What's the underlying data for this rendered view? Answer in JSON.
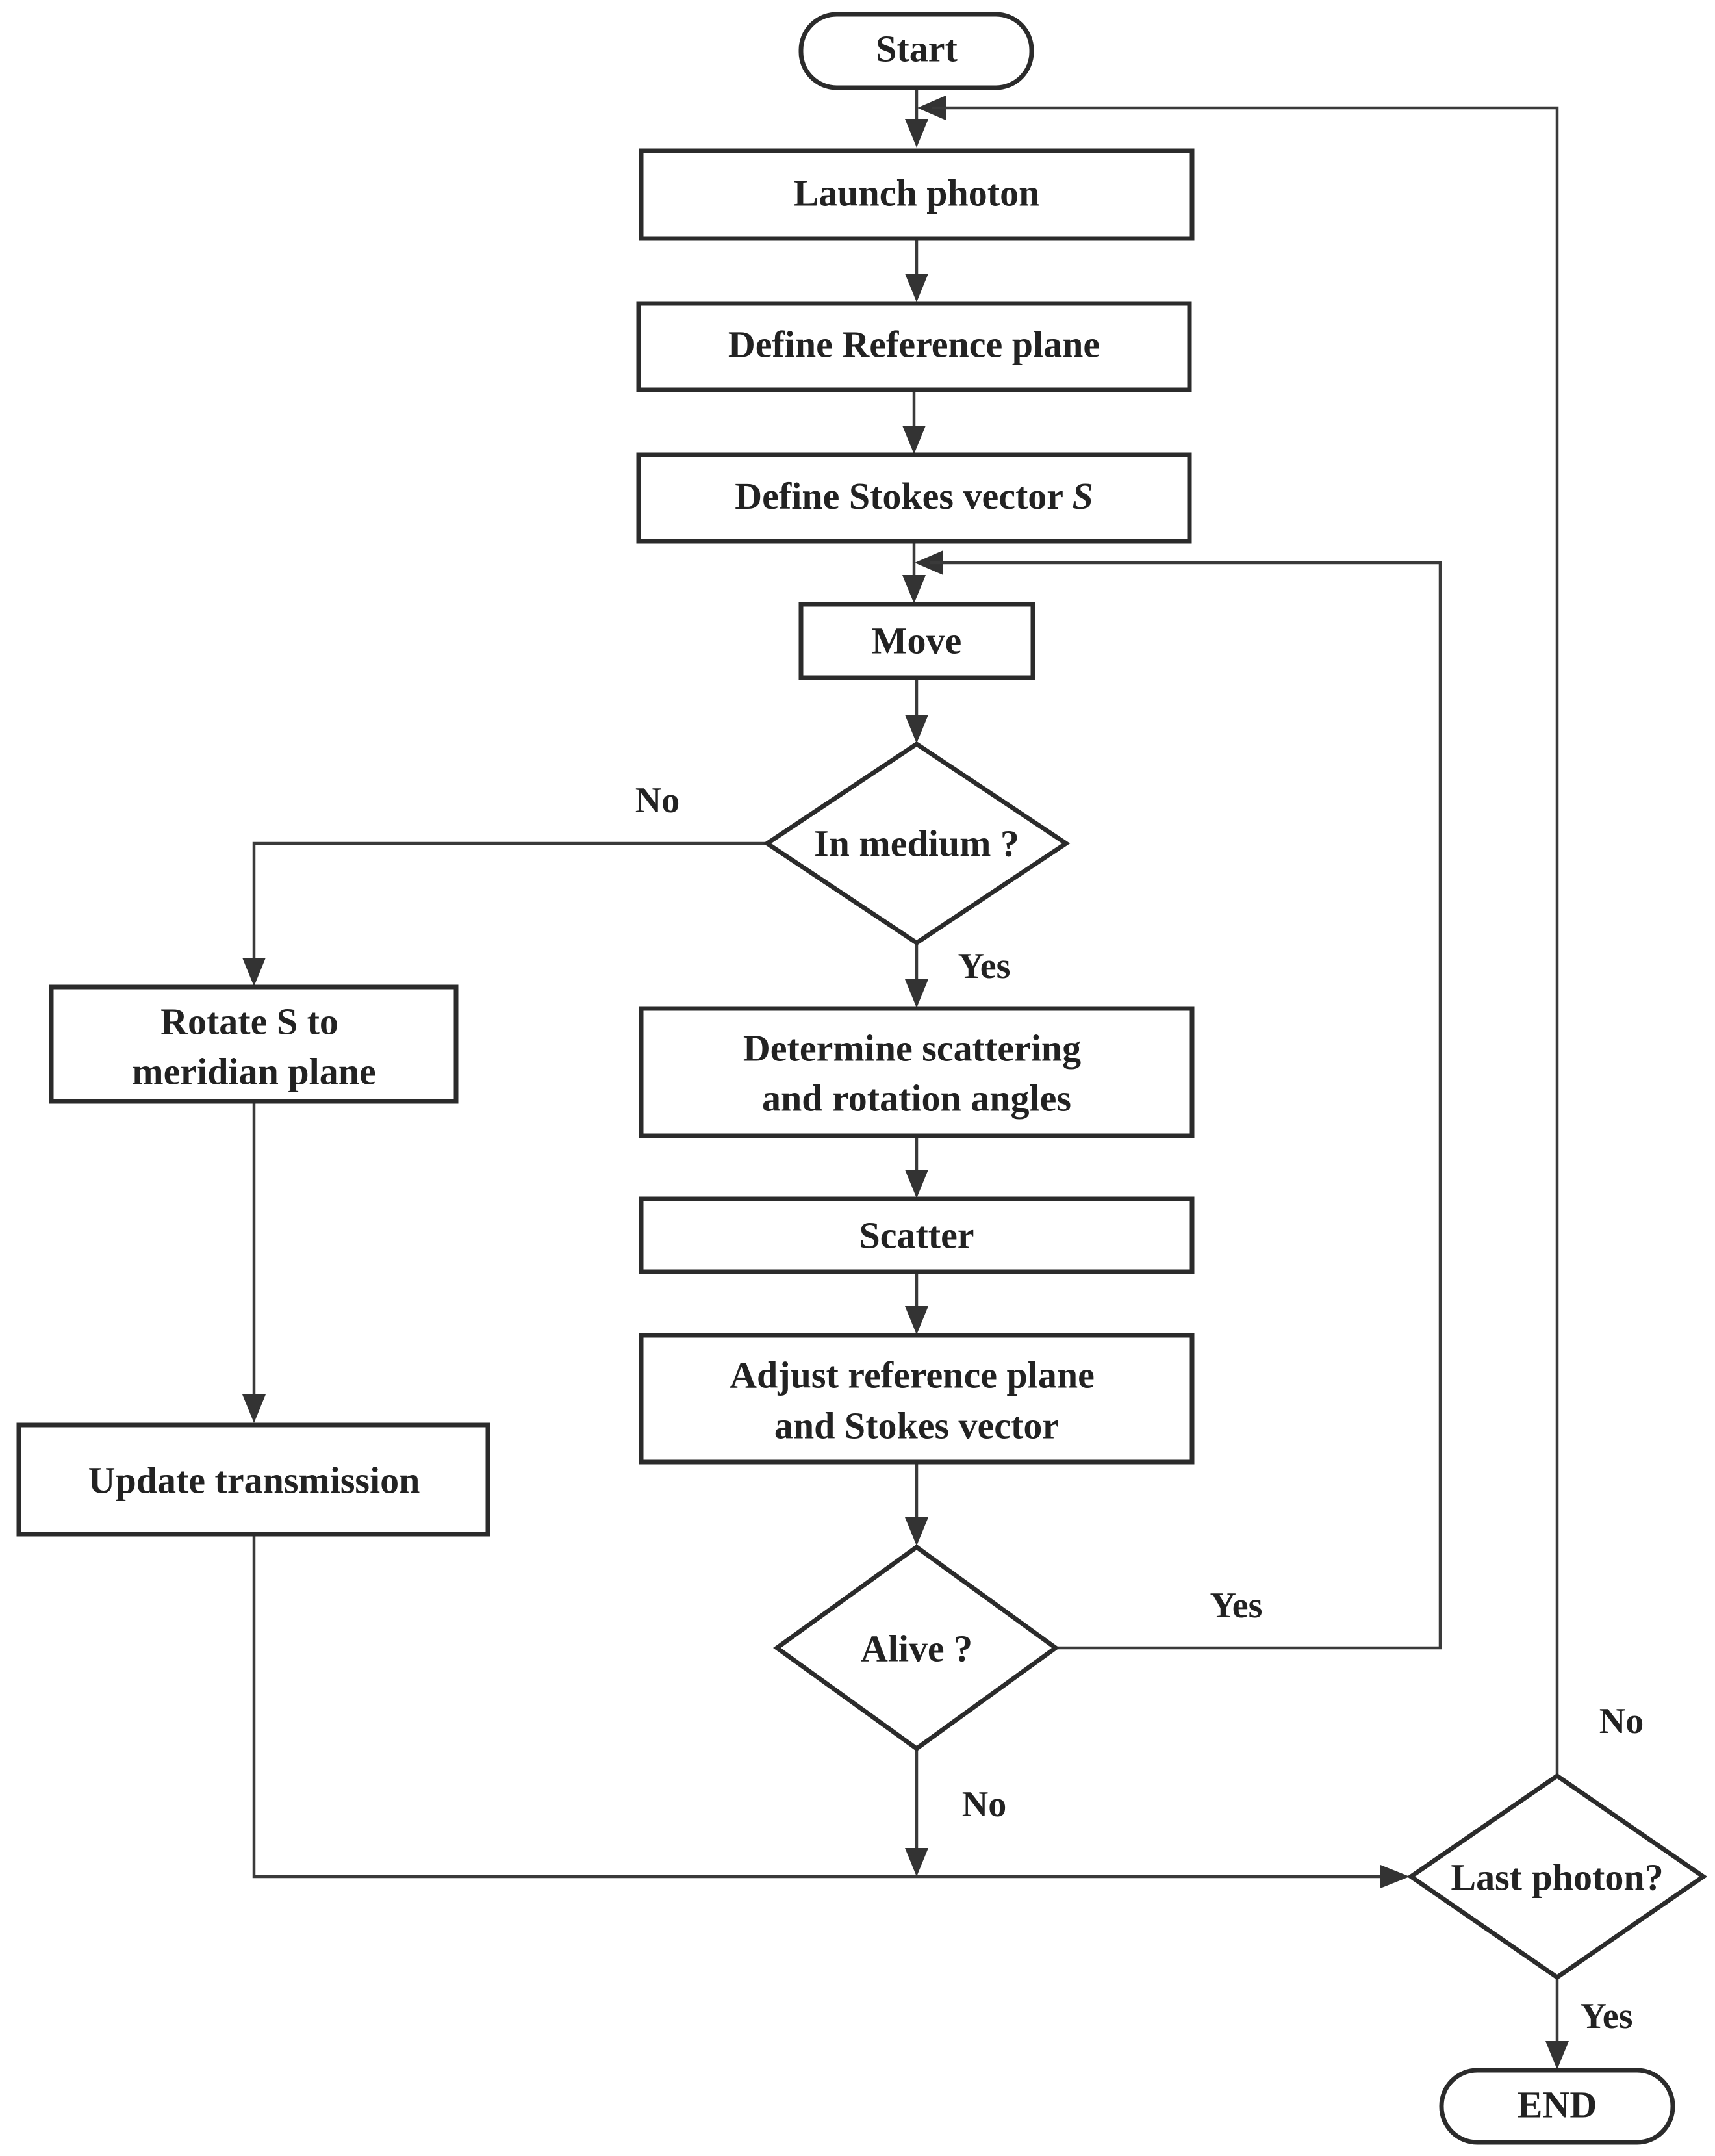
{
  "nodes": {
    "start": "Start",
    "launch": "Launch photon",
    "define_ref": "Define Reference plane",
    "define_stokes": "Define Stokes vector",
    "define_stokes_symbol": "S",
    "move": "Move",
    "in_medium": "In medium ?",
    "determine_line1": "Determine scattering",
    "determine_line2": "and rotation angles",
    "scatter": "Scatter",
    "adjust_line1": "Adjust reference plane",
    "adjust_line2": "and Stokes vector",
    "alive": "Alive ?",
    "rotate_line1": "Rotate S to",
    "rotate_line2": "meridian plane",
    "update": "Update transmission",
    "last": "Last photon?",
    "end": "END"
  },
  "edge_labels": {
    "in_medium_no": "No",
    "in_medium_yes": "Yes",
    "alive_yes": "Yes",
    "alive_no": "No",
    "last_no": "No",
    "last_yes": "Yes"
  },
  "colors": {
    "stroke": "#2b2b2b",
    "text": "#222222",
    "background": "#ffffff"
  }
}
